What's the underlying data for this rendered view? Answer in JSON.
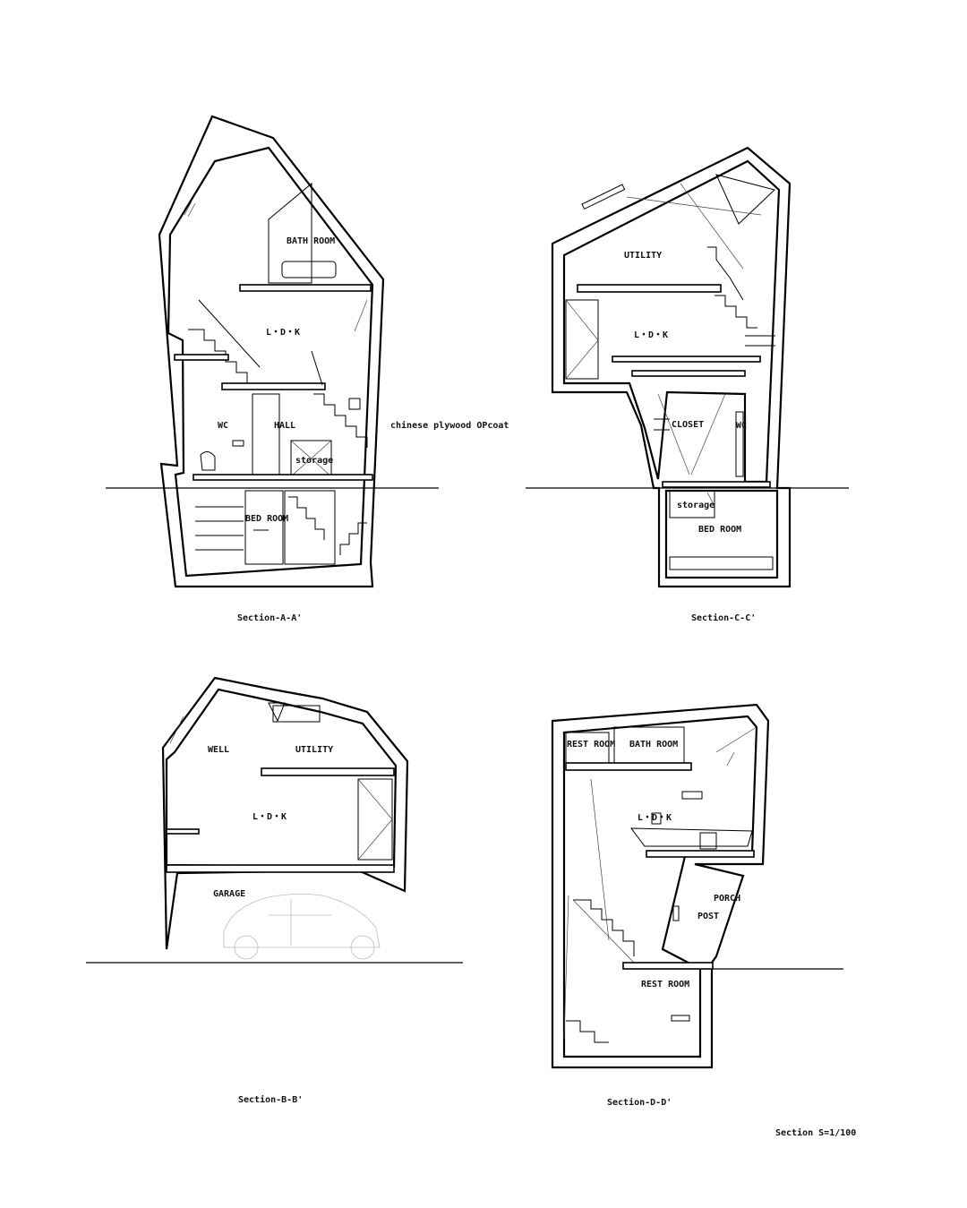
{
  "sheet": {
    "note": "Section S=1/100"
  },
  "sections": [
    {
      "caption": "Section-A-A'",
      "labels": [
        "BATH ROOM",
        "L・D・K",
        "WC",
        "HALL",
        "storage",
        "BED ROOM",
        "chinese plywood  OPcoat"
      ]
    },
    {
      "caption": "Section-C-C'",
      "labels": [
        "UTILITY",
        "L・D・K",
        "CLOSET",
        "WC",
        "storage",
        "BED ROOM"
      ]
    },
    {
      "caption": "Section-B-B'",
      "labels": [
        "WELL",
        "UTILITY",
        "L・D・K",
        "GARAGE"
      ]
    },
    {
      "caption": "Section-D-D'",
      "labels": [
        "REST ROOM",
        "BATH ROOM",
        "L・D・K",
        "PORCH",
        "POST",
        "REST ROOM"
      ]
    }
  ]
}
